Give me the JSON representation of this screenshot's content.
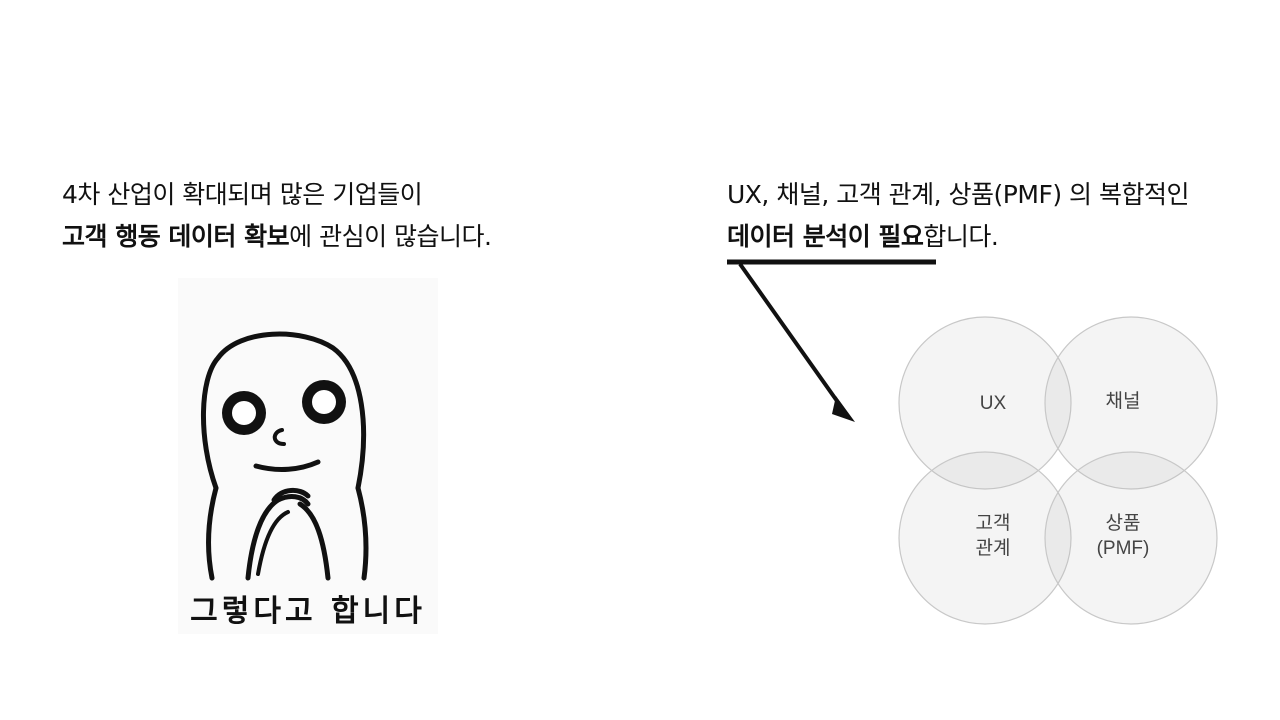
{
  "left_text": {
    "line1": "4차 산업이 확대되며 많은 기업들이",
    "line2_bold": "고객 행동 데이터 확보",
    "line2_rest": "에 관심이 많습니다."
  },
  "meme": {
    "caption": "그렇다고 합니다"
  },
  "right_text": {
    "line1": "UX, 채널, 고객 관계, 상품(PMF) 의 복합적인",
    "line2_bold": "데이터 분석이 필요",
    "line2_rest": "합니다."
  },
  "venn": {
    "labels": {
      "ux": "UX",
      "channel": "채널",
      "customer_line1": "고객",
      "customer_line2": "관계",
      "product_line1": "상품",
      "product_line2": "(PMF)"
    },
    "fill_color": "#bdbdbd",
    "stroke_color": "#c8c8c8"
  }
}
